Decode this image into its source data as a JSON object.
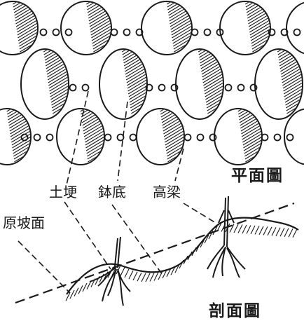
{
  "labels": {
    "plan": "平面圖",
    "section": "剖面圖",
    "soil_ridge": "土埂",
    "bowl_bottom": "鉢底",
    "high_ridge": "高梁",
    "original_slope": "原坡面"
  },
  "colors": {
    "ink": "#1a1a1a",
    "paper": "#ffffff"
  }
}
